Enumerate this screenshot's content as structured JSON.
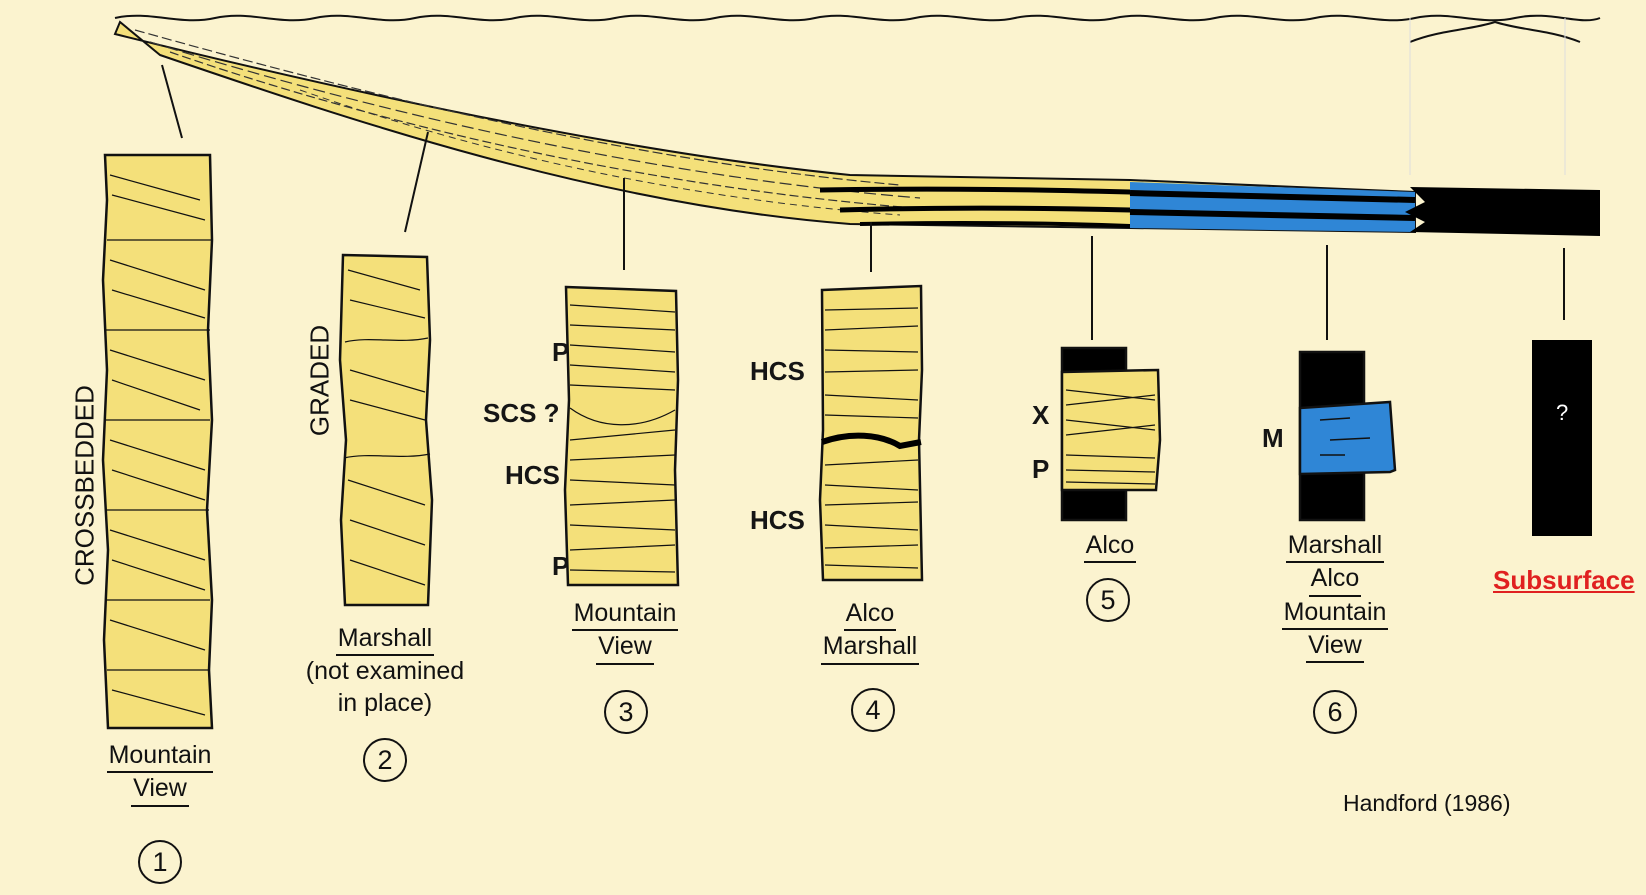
{
  "columns": [
    {
      "id": "1",
      "labels": [
        "Mountain",
        "View"
      ],
      "number": "1",
      "side_labels": [],
      "vertical_label": "CROSSBEDDED"
    },
    {
      "id": "2",
      "labels": [
        "Marshall",
        "(not examined",
        "in place)"
      ],
      "number": "2",
      "side_labels": [],
      "vertical_label": "GRADED"
    },
    {
      "id": "3",
      "labels": [
        "Mountain",
        "View"
      ],
      "number": "3",
      "side_labels": [
        "P",
        "SCS ?",
        "HCS",
        "P"
      ]
    },
    {
      "id": "4",
      "labels": [
        "Alco",
        "Marshall"
      ],
      "number": "4",
      "side_labels": [
        "HCS",
        "HCS"
      ]
    },
    {
      "id": "5",
      "labels": [
        "Alco"
      ],
      "number": "5",
      "side_labels": [
        "X",
        "P"
      ]
    },
    {
      "id": "6",
      "labels": [
        "Marshall",
        "Alco",
        "Mountain",
        "View"
      ],
      "number": "6",
      "side_labels": [
        "M"
      ]
    }
  ],
  "subsurface": {
    "label": "Subsurface",
    "question": "?",
    "color": "#e02020"
  },
  "credit": "Handford (1986)",
  "colors": {
    "background": "#fbf3cf",
    "sand": "#f4e07a",
    "mud": "#000000",
    "blue": "#2f86d6",
    "ink": "#111111"
  }
}
